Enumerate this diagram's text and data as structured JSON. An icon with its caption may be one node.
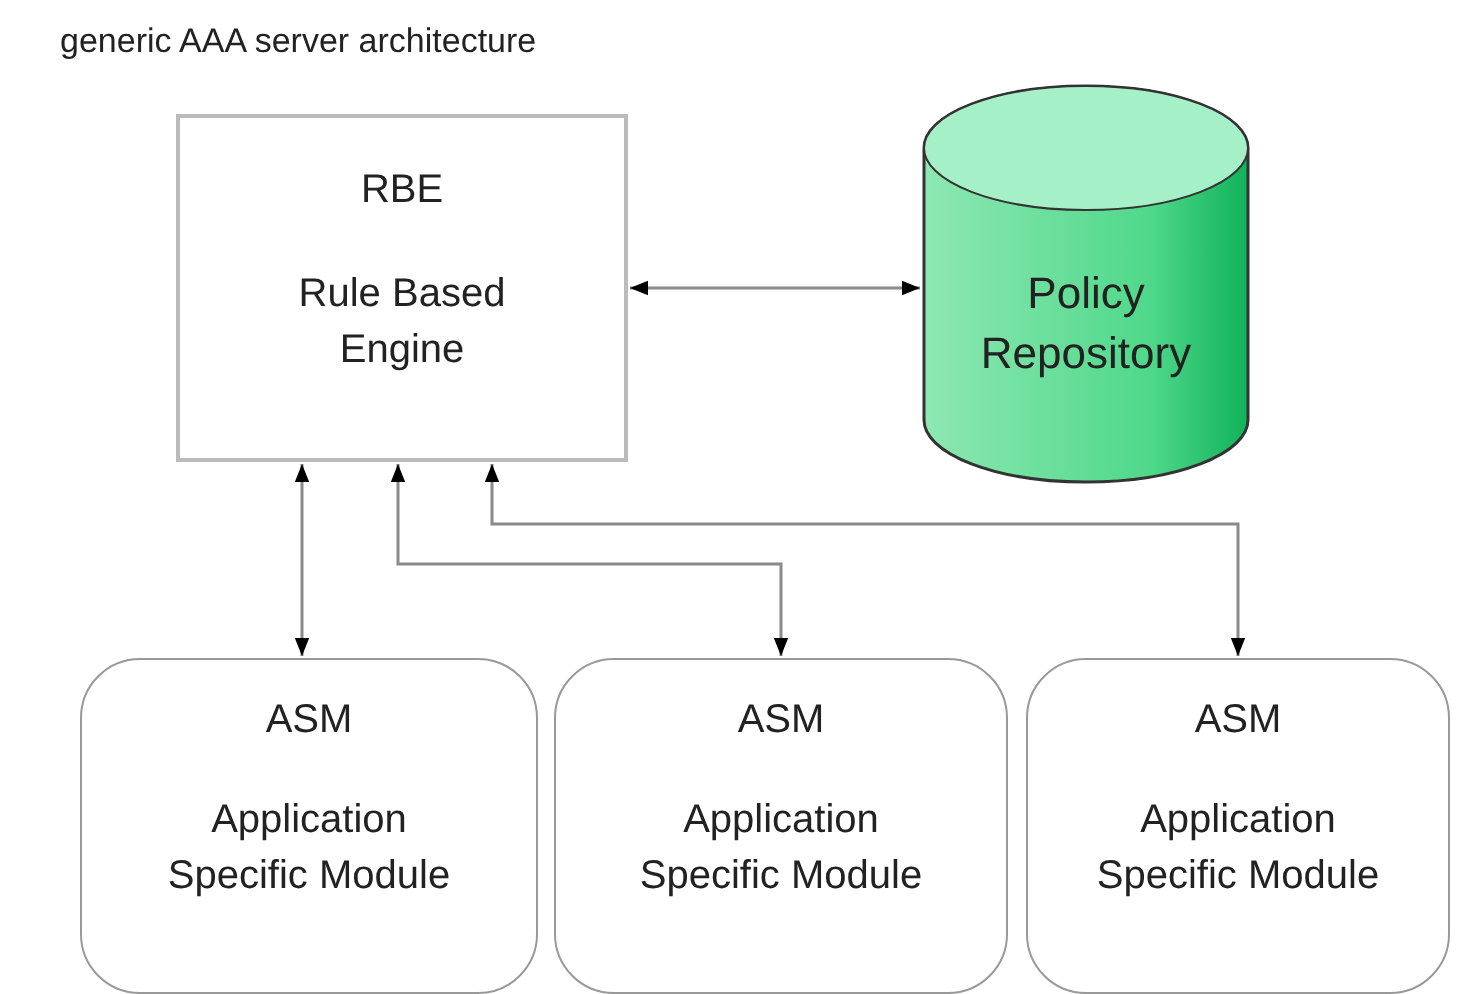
{
  "diagram": {
    "title": "generic AAA server architecture",
    "nodes": [
      {
        "text": [
          "RBE",
          "Rule Based Engine"
        ]
      },
      {
        "text": [
          "Policy Repository"
        ]
      },
      {
        "text": [
          "ASM",
          "Application Specific Module"
        ]
      },
      {
        "text": [
          "ASM",
          "Application Specific Module"
        ]
      },
      {
        "text": [
          "ASM",
          "Application Specific Module"
        ]
      }
    ],
    "edges": [
      {
        "from": 0,
        "to": 1,
        "arrow": "both"
      },
      {
        "from": 0,
        "to": 2,
        "arrow": "both"
      },
      {
        "from": 0,
        "to": 3,
        "arrow": "both"
      },
      {
        "from": 0,
        "to": 4,
        "arrow": "both"
      }
    ]
  }
}
